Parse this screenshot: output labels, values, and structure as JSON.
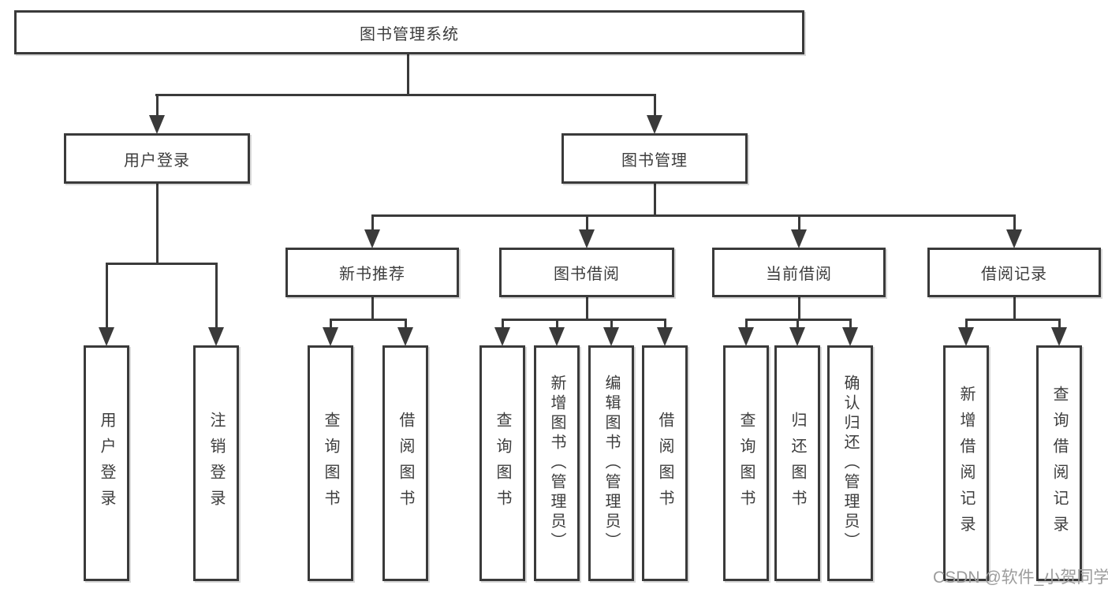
{
  "tree": {
    "root": {
      "label": "图书管理系统",
      "children": [
        {
          "label": "用户登录",
          "children": [
            {
              "label": "用户登录"
            },
            {
              "label": "注销登录"
            }
          ]
        },
        {
          "label": "图书管理",
          "children": [
            {
              "label": "新书推荐",
              "children": [
                {
                  "label": "查询图书"
                },
                {
                  "label": "借阅图书"
                }
              ]
            },
            {
              "label": "图书借阅",
              "children": [
                {
                  "label": "查询图书"
                },
                {
                  "label": "新增图书（管理员）"
                },
                {
                  "label": "编辑图书（管理员）"
                },
                {
                  "label": "借阅图书"
                }
              ]
            },
            {
              "label": "当前借阅",
              "children": [
                {
                  "label": "查询图书"
                },
                {
                  "label": "归还图书"
                },
                {
                  "label": "确认归还（管理员）"
                }
              ]
            },
            {
              "label": "借阅记录",
              "children": [
                {
                  "label": "新增借阅记录"
                },
                {
                  "label": "查询借阅记录"
                }
              ]
            }
          ]
        }
      ]
    }
  },
  "watermark": {
    "text": "CSDN @软件_小贺同学"
  },
  "colors": {
    "line": "#3a3a3a",
    "text": "#3d3d3d",
    "watermark": "#9c9c9c",
    "background": "#ffffff"
  }
}
